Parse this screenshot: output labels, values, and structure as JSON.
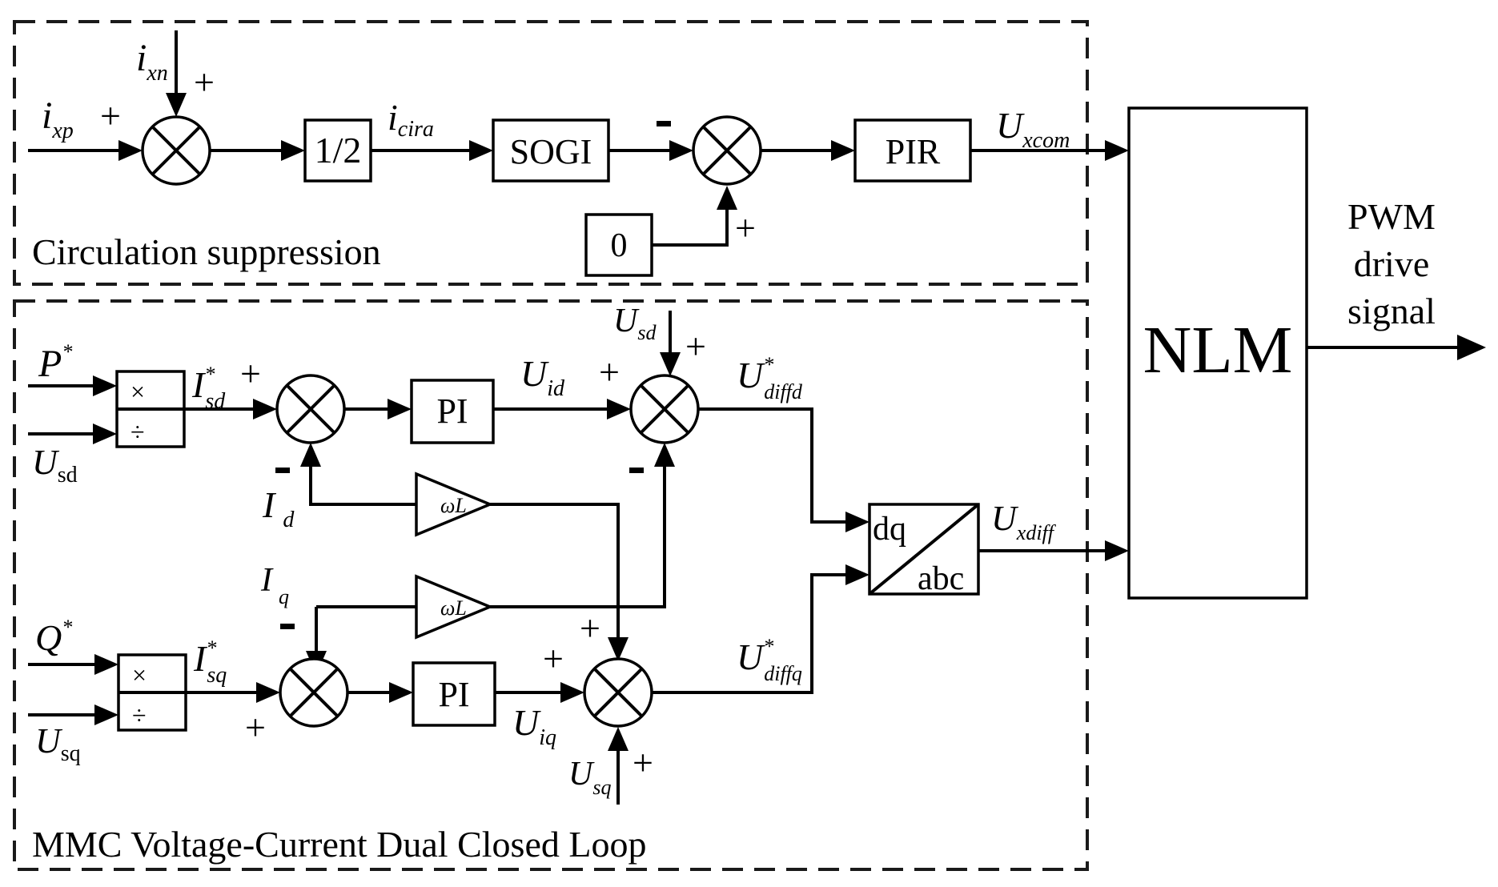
{
  "regions": {
    "circulation": "Circulation suppression",
    "dual_loop": "MMC Voltage-Current Dual Closed Loop"
  },
  "blocks": {
    "half": "1/2",
    "sogi": "SOGI",
    "pir": "PIR",
    "zero": "0",
    "pi_d": "PI",
    "pi_q": "PI",
    "mult": "×",
    "div": "÷",
    "wl": "ωL",
    "dq": "dq",
    "abc": "abc",
    "nlm": "NLM"
  },
  "output": {
    "line1": "PWM",
    "line2": "drive",
    "line3": "signal"
  },
  "signals": {
    "ixn": {
      "main": "i",
      "sub": "xn"
    },
    "ixp": {
      "main": "i",
      "sub": "xp"
    },
    "icira": {
      "main": "i",
      "sub": "cira"
    },
    "uxcom": {
      "main": "U",
      "sub": "xcom"
    },
    "pstar": {
      "main": "P",
      "sup": "*"
    },
    "qstar": {
      "main": "Q",
      "sup": "*"
    },
    "usd_in": {
      "main": "U",
      "sub": "sd"
    },
    "usq_in": {
      "main": "U",
      "sub": "sq"
    },
    "isd": {
      "main": "I",
      "sub": "sd",
      "sup": "*"
    },
    "isq": {
      "main": "I",
      "sub": "sq",
      "sup": "*"
    },
    "uid": {
      "main": "U",
      "sub": "id"
    },
    "uiq": {
      "main": "U",
      "sub": "iq"
    },
    "usd_top": {
      "main": "U",
      "sub": "sd"
    },
    "usq_bot": {
      "main": "U",
      "sub": "sq"
    },
    "id": {
      "main": "I",
      "sub": "d"
    },
    "iq": {
      "main": "I",
      "sub": "q"
    },
    "udiffd": {
      "main": "U",
      "sub": "diffd",
      "sup": "*"
    },
    "udiffq": {
      "main": "U",
      "sub": "diffq",
      "sup": "*"
    },
    "uxdiff": {
      "main": "U",
      "sub": "xdiff"
    }
  },
  "signs": {
    "plus": "+",
    "minus": "-"
  }
}
